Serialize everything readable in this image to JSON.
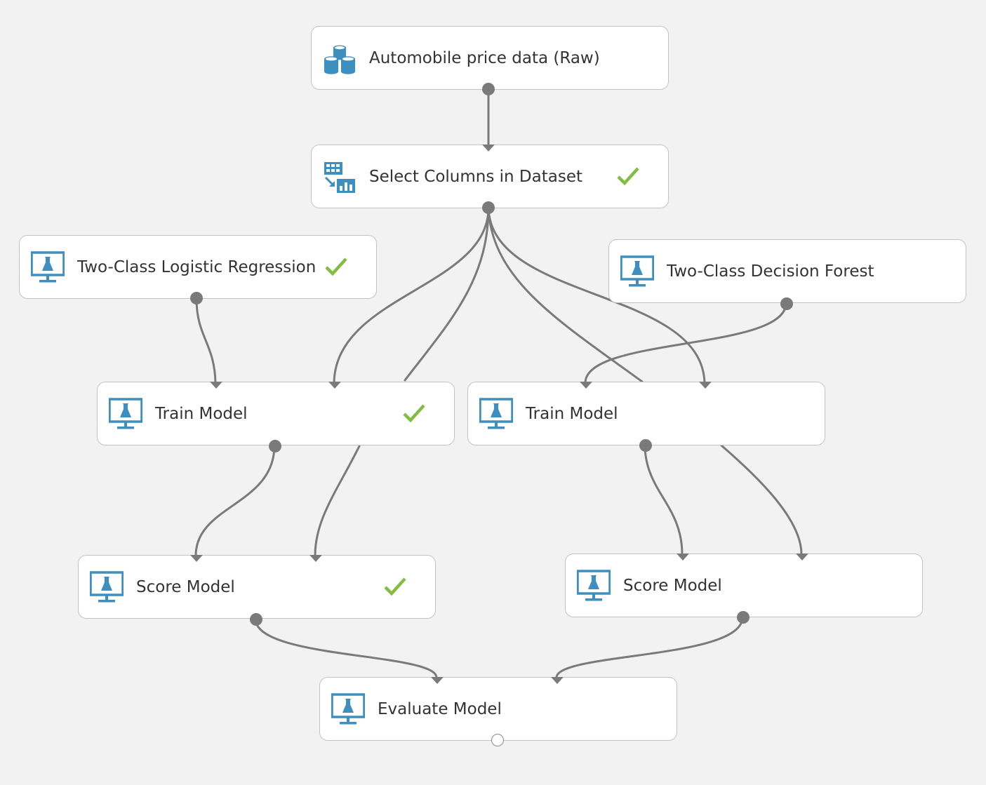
{
  "colors": {
    "canvas_bg": "#f2f2f2",
    "node_bg": "#ffffff",
    "node_border": "#c3c3c3",
    "icon_blue": "#3d8fbf",
    "check_green": "#82bc41",
    "wire": "#7a7a7a"
  },
  "nodes": {
    "automobile_data": {
      "label": "Automobile price data (Raw)",
      "icon": "dataset-icon",
      "status": "none"
    },
    "select_columns": {
      "label": "Select Columns in Dataset",
      "icon": "select-columns-icon",
      "status": "completed"
    },
    "logistic_regression": {
      "label": "Two-Class Logistic Regression",
      "icon": "experiment-module-icon",
      "status": "completed"
    },
    "decision_forest": {
      "label": "Two-Class Decision Forest",
      "icon": "experiment-module-icon",
      "status": "none"
    },
    "train_model_1": {
      "label": "Train Model",
      "icon": "experiment-module-icon",
      "status": "completed"
    },
    "train_model_2": {
      "label": "Train Model",
      "icon": "experiment-module-icon",
      "status": "none"
    },
    "score_model_1": {
      "label": "Score Model",
      "icon": "experiment-module-icon",
      "status": "completed"
    },
    "score_model_2": {
      "label": "Score Model",
      "icon": "experiment-module-icon",
      "status": "none"
    },
    "evaluate_model": {
      "label": "Evaluate Model",
      "icon": "experiment-module-icon",
      "status": "none"
    }
  }
}
